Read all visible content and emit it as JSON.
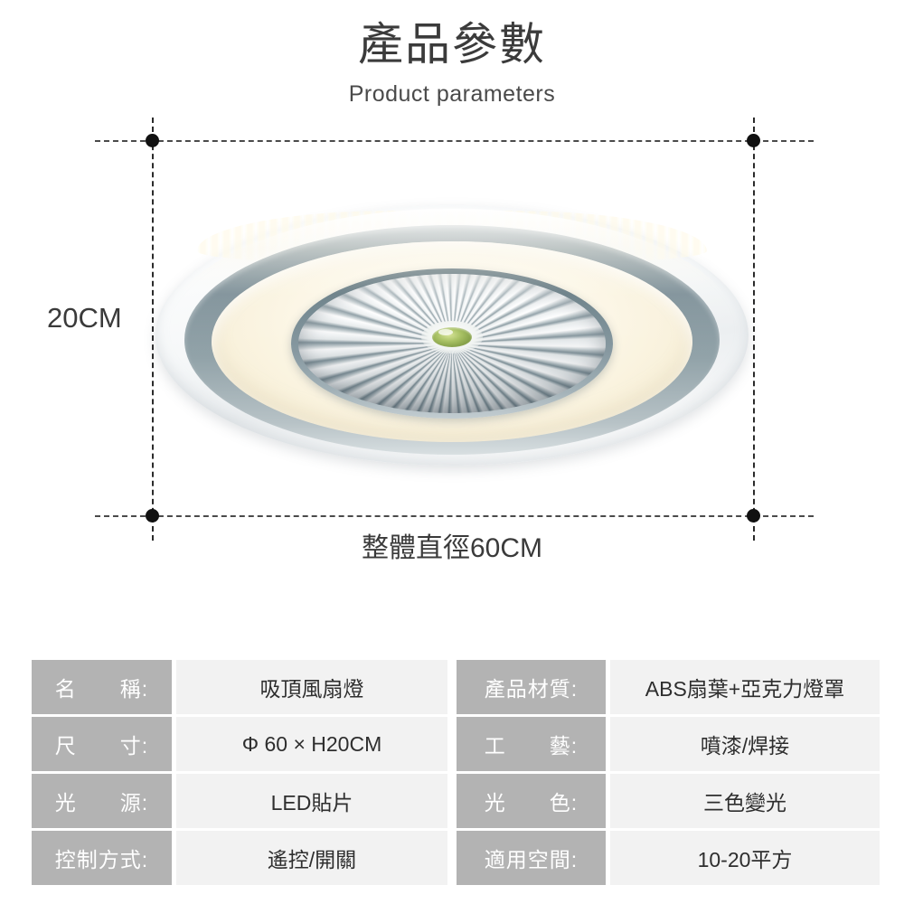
{
  "header": {
    "title": "產品參數",
    "subtitle": "Product parameters"
  },
  "diagram": {
    "height_label": "20CM",
    "diameter_label": "整體直徑60CM",
    "product_name": "ceiling-fan-light"
  },
  "spec_tables": {
    "left": [
      {
        "label": "名　　稱:",
        "value": "吸頂風扇燈"
      },
      {
        "label": "尺　　寸:",
        "value": "Φ 60 × H20CM"
      },
      {
        "label": "光　　源:",
        "value": "LED貼片"
      },
      {
        "label": "控制方式:",
        "value": "遙控/開關"
      }
    ],
    "right": [
      {
        "label": "產品材質:",
        "value": "ABS扇葉+亞克力燈罩"
      },
      {
        "label": "工　　藝:",
        "value": "噴漆/焊接"
      },
      {
        "label": "光　　色:",
        "value": "三色變光"
      },
      {
        "label": "適用空間:",
        "value": "10-20平方"
      }
    ]
  },
  "colors": {
    "label_bg": "#b3b3b3",
    "value_bg": "#f2f2f2",
    "text_dark": "#3a3a3a",
    "guide_line": "#4a4a4a",
    "lamp_ring": "#7f9199",
    "lamp_diffuser": "#faf4e3",
    "hub_green": "#8fa858"
  }
}
